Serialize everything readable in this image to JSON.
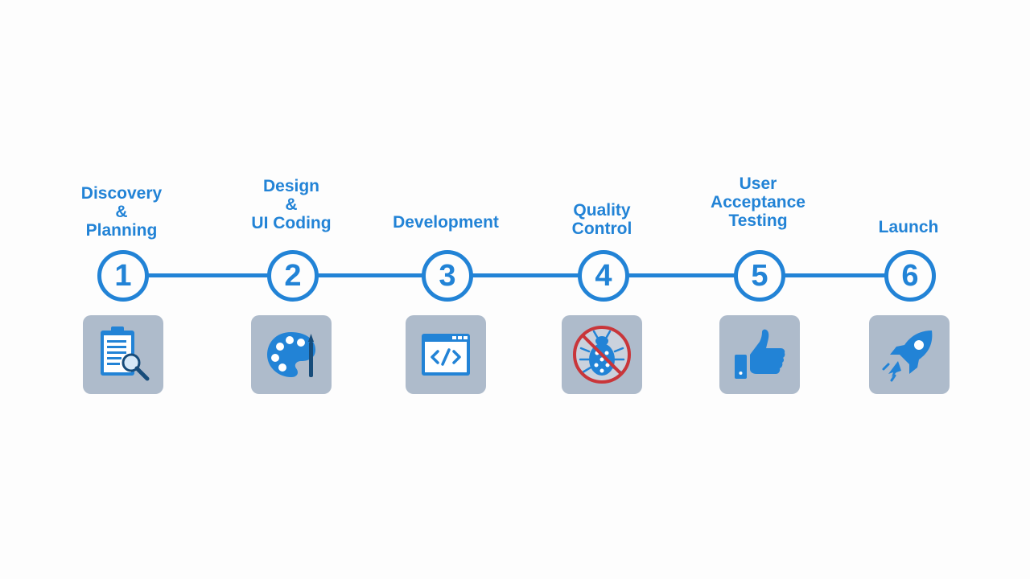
{
  "colors": {
    "accent": "#2283d6",
    "tile_bg": "#aebbcb",
    "background": "#fdfdfd",
    "no_symbol": "#c9363a"
  },
  "steps": [
    {
      "number": "1",
      "label_lines": [
        "Discovery",
        "&",
        "Planning"
      ],
      "icon": "clipboard-magnifier-icon"
    },
    {
      "number": "2",
      "label_lines": [
        "Design",
        "&",
        "UI Coding"
      ],
      "icon": "paint-palette-icon"
    },
    {
      "number": "3",
      "label_lines": [
        "Development"
      ],
      "icon": "code-window-icon"
    },
    {
      "number": "4",
      "label_lines": [
        "Quality",
        "Control"
      ],
      "icon": "no-bug-icon"
    },
    {
      "number": "5",
      "label_lines": [
        "User",
        "Acceptance",
        "Testing"
      ],
      "icon": "thumbs-up-icon"
    },
    {
      "number": "6",
      "label_lines": [
        "Launch"
      ],
      "icon": "rocket-icon"
    }
  ]
}
